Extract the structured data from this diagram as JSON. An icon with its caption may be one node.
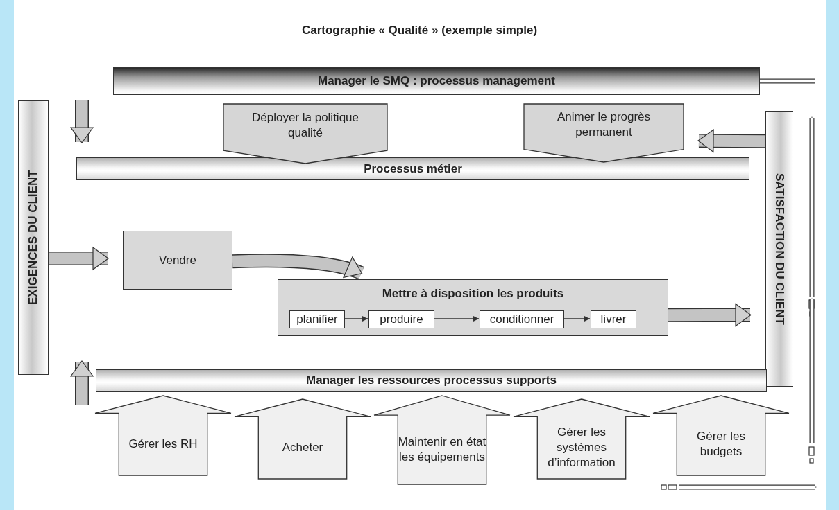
{
  "diagram": {
    "title": "Cartographie « Qualité » (exemple simple)",
    "nodes": [
      {
        "text": [
          "Manager le SMQ : processus management"
        ]
      },
      {
        "text": [
          "Déployer la politique qualité"
        ]
      },
      {
        "text": [
          "Animer le progrès permanent"
        ]
      },
      {
        "text": [
          "Processus métier"
        ]
      },
      {
        "text": [
          "EXIGENCES DU CLIENT"
        ]
      },
      {
        "text": [
          "SATISFACTION DU CLIENT"
        ]
      },
      {
        "text": [
          "Vendre"
        ]
      },
      {
        "text": [
          "Mettre à disposition les produits"
        ]
      },
      {
        "text": [
          "planifier"
        ],
        "in": 7
      },
      {
        "text": [
          "produire"
        ],
        "in": 7
      },
      {
        "text": [
          "conditionner"
        ],
        "in": 7
      },
      {
        "text": [
          "livrer"
        ],
        "in": 7
      },
      {
        "text": [
          "Manager les ressources processus supports"
        ]
      },
      {
        "text": [
          "Gérer les RH"
        ]
      },
      {
        "text": [
          "Acheter"
        ]
      },
      {
        "text": [
          "Maintenir en état les équipements"
        ]
      },
      {
        "text": [
          "Gérer les systèmes d’information"
        ]
      },
      {
        "text": [
          "Gérer les budgets"
        ]
      }
    ],
    "edges": [
      {
        "from": null,
        "to": 3,
        "arrow": "to"
      },
      {
        "from": 5,
        "to": 2,
        "arrow": "to"
      },
      {
        "from": 4,
        "to": 6,
        "arrow": "to"
      },
      {
        "from": 6,
        "to": 7,
        "arrow": "to"
      },
      {
        "from": 7,
        "to": 5,
        "arrow": "to"
      },
      {
        "from": null,
        "to": 0,
        "arrow": "to",
        "color": "#333333"
      },
      {
        "from": 8,
        "to": 9,
        "arrow": "to",
        "color": "#333333"
      },
      {
        "from": 9,
        "to": 10,
        "arrow": "to",
        "color": "#333333"
      },
      {
        "from": 10,
        "to": 11,
        "arrow": "to",
        "color": "#333333"
      }
    ]
  }
}
